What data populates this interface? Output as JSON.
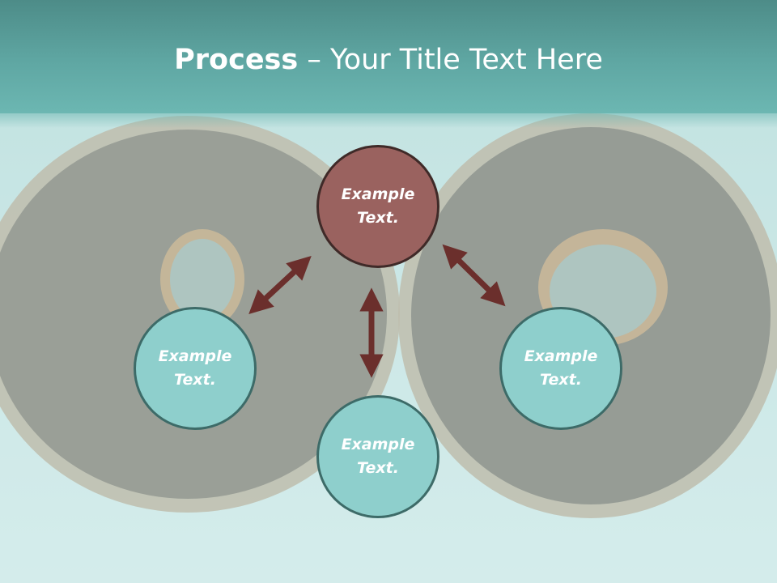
{
  "title": {
    "bold": "Process",
    "rest": " – Your Title Text Here"
  },
  "nodes": {
    "top": "Example\nText.",
    "left": "Example\nText.",
    "bottom": "Example\nText.",
    "right": "Example\nText."
  },
  "colors": {
    "title_bar": "#5fa7a3",
    "hub_fill": "#9a625f",
    "node_fill": "#8ecfcc",
    "node_border": "#3d6b68",
    "arrow": "#6b2f2c"
  }
}
